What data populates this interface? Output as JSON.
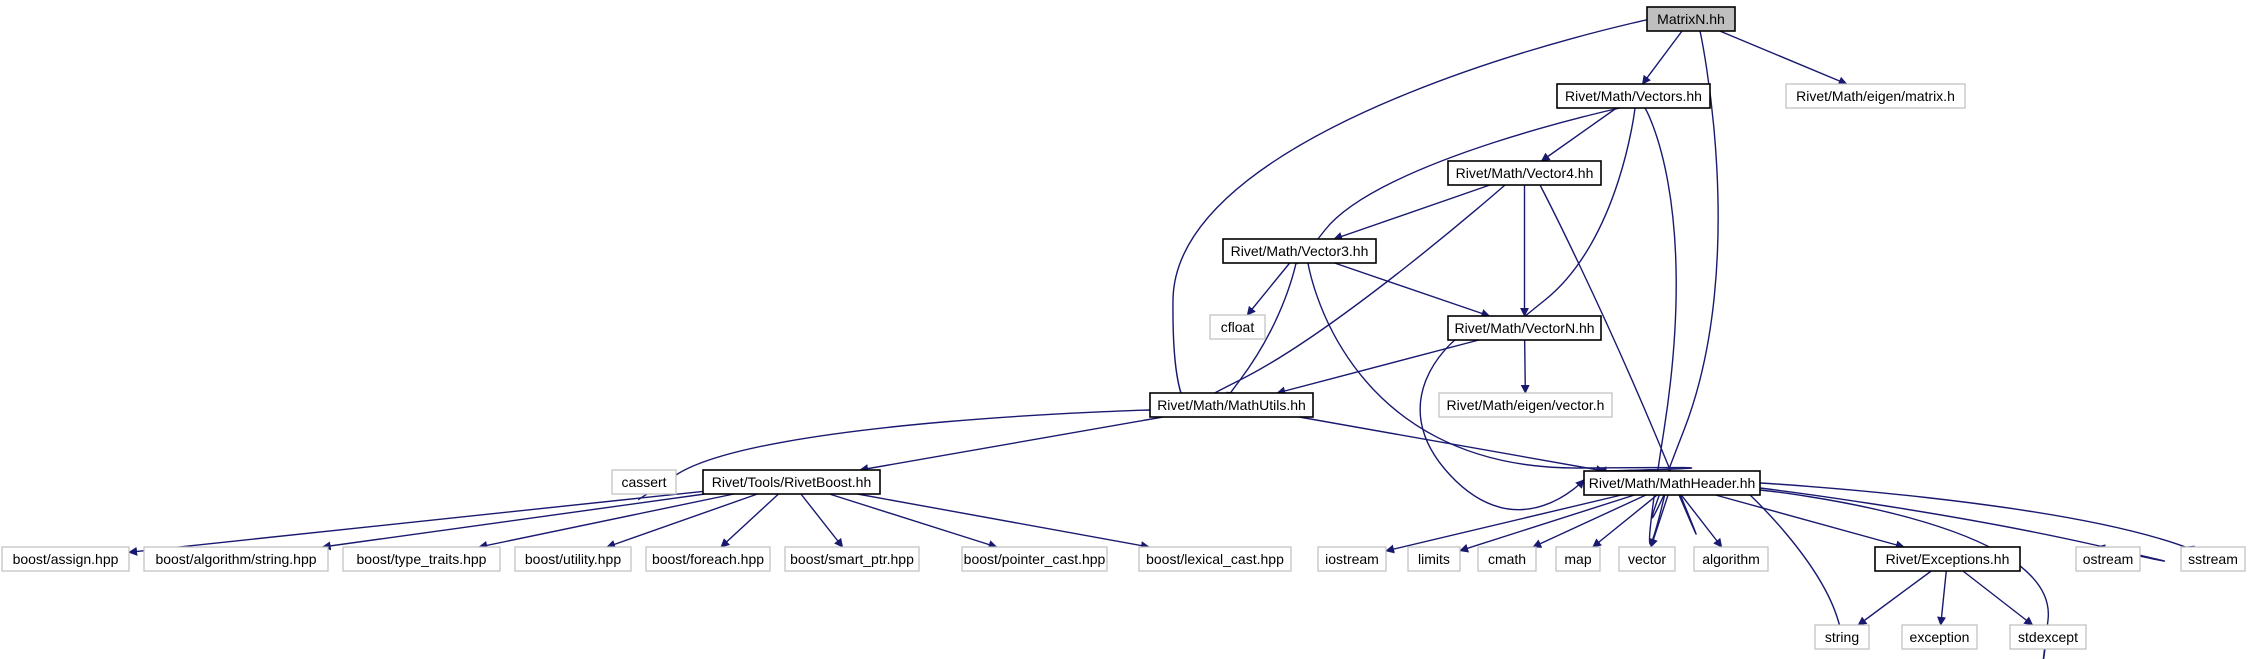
{
  "graph": {
    "colors": {
      "edge": "#191970",
      "root_fill": "#bfbfbf",
      "documented_border": "#000000",
      "undocumented_border": "#bfbfbf",
      "node_fill": "#ffffff"
    },
    "nodes": [
      {
        "id": "matrixn",
        "label": "MatrixN.hh",
        "kind": "root"
      },
      {
        "id": "vectors",
        "label": "Rivet/Math/Vectors.hh",
        "kind": "documented"
      },
      {
        "id": "eigen_matrix",
        "label": "Rivet/Math/eigen/matrix.h",
        "kind": "external"
      },
      {
        "id": "vector4",
        "label": "Rivet/Math/Vector4.hh",
        "kind": "documented"
      },
      {
        "id": "vector3",
        "label": "Rivet/Math/Vector3.hh",
        "kind": "documented"
      },
      {
        "id": "cfloat",
        "label": "cfloat",
        "kind": "external"
      },
      {
        "id": "vectorn",
        "label": "Rivet/Math/VectorN.hh",
        "kind": "documented"
      },
      {
        "id": "eigen_vector",
        "label": "Rivet/Math/eigen/vector.h",
        "kind": "external"
      },
      {
        "id": "mathutils",
        "label": "Rivet/Math/MathUtils.hh",
        "kind": "documented"
      },
      {
        "id": "cassert",
        "label": "cassert",
        "kind": "external"
      },
      {
        "id": "rivetboost",
        "label": "Rivet/Tools/RivetBoost.hh",
        "kind": "documented"
      },
      {
        "id": "mathheader",
        "label": "Rivet/Math/MathHeader.hh",
        "kind": "documented"
      },
      {
        "id": "boost_assign",
        "label": "boost/assign.hpp",
        "kind": "external"
      },
      {
        "id": "boost_algo",
        "label": "boost/algorithm/string.hpp",
        "kind": "external"
      },
      {
        "id": "boost_traits",
        "label": "boost/type_traits.hpp",
        "kind": "external"
      },
      {
        "id": "boost_utility",
        "label": "boost/utility.hpp",
        "kind": "external"
      },
      {
        "id": "boost_foreach",
        "label": "boost/foreach.hpp",
        "kind": "external"
      },
      {
        "id": "boost_smart",
        "label": "boost/smart_ptr.hpp",
        "kind": "external"
      },
      {
        "id": "boost_pointer",
        "label": "boost/pointer_cast.hpp",
        "kind": "external"
      },
      {
        "id": "boost_lexical",
        "label": "boost/lexical_cast.hpp",
        "kind": "external"
      },
      {
        "id": "iostream",
        "label": "iostream",
        "kind": "external"
      },
      {
        "id": "limits",
        "label": "limits",
        "kind": "external"
      },
      {
        "id": "cmath",
        "label": "cmath",
        "kind": "external"
      },
      {
        "id": "map",
        "label": "map",
        "kind": "external"
      },
      {
        "id": "vector",
        "label": "vector",
        "kind": "external"
      },
      {
        "id": "algorithm",
        "label": "algorithm",
        "kind": "external"
      },
      {
        "id": "exceptions",
        "label": "Rivet/Exceptions.hh",
        "kind": "documented"
      },
      {
        "id": "ostream",
        "label": "ostream",
        "kind": "external"
      },
      {
        "id": "sstream",
        "label": "sstream",
        "kind": "external"
      },
      {
        "id": "string",
        "label": "string",
        "kind": "external"
      },
      {
        "id": "exception",
        "label": "exception",
        "kind": "external"
      },
      {
        "id": "stdexcept",
        "label": "stdexcept",
        "kind": "external"
      }
    ],
    "edges": [
      {
        "from": "matrixn",
        "to": "vectors"
      },
      {
        "from": "matrixn",
        "to": "eigen_matrix"
      },
      {
        "from": "matrixn",
        "to": "mathutils"
      },
      {
        "from": "matrixn",
        "to": "mathheader"
      },
      {
        "from": "vectors",
        "to": "vector4"
      },
      {
        "from": "vectors",
        "to": "vector3"
      },
      {
        "from": "vectors",
        "to": "vectorn"
      },
      {
        "from": "vectors",
        "to": "mathheader"
      },
      {
        "from": "vector4",
        "to": "vector3"
      },
      {
        "from": "vector4",
        "to": "vectorn"
      },
      {
        "from": "vector4",
        "to": "mathutils"
      },
      {
        "from": "vector4",
        "to": "mathheader"
      },
      {
        "from": "vector3",
        "to": "cfloat"
      },
      {
        "from": "vector3",
        "to": "vectorn"
      },
      {
        "from": "vector3",
        "to": "mathutils"
      },
      {
        "from": "vector3",
        "to": "mathheader"
      },
      {
        "from": "vectorn",
        "to": "eigen_vector"
      },
      {
        "from": "vectorn",
        "to": "mathutils"
      },
      {
        "from": "vectorn",
        "to": "mathheader"
      },
      {
        "from": "mathutils",
        "to": "cassert"
      },
      {
        "from": "mathutils",
        "to": "rivetboost"
      },
      {
        "from": "mathutils",
        "to": "mathheader"
      },
      {
        "from": "rivetboost",
        "to": "boost_assign"
      },
      {
        "from": "rivetboost",
        "to": "boost_algo"
      },
      {
        "from": "rivetboost",
        "to": "boost_traits"
      },
      {
        "from": "rivetboost",
        "to": "boost_utility"
      },
      {
        "from": "rivetboost",
        "to": "boost_foreach"
      },
      {
        "from": "rivetboost",
        "to": "boost_smart"
      },
      {
        "from": "rivetboost",
        "to": "boost_pointer"
      },
      {
        "from": "rivetboost",
        "to": "boost_lexical"
      },
      {
        "from": "mathheader",
        "to": "iostream"
      },
      {
        "from": "mathheader",
        "to": "limits"
      },
      {
        "from": "mathheader",
        "to": "cmath"
      },
      {
        "from": "mathheader",
        "to": "map"
      },
      {
        "from": "mathheader",
        "to": "vector"
      },
      {
        "from": "mathheader",
        "to": "algorithm"
      },
      {
        "from": "mathheader",
        "to": "exceptions"
      },
      {
        "from": "mathheader",
        "to": "ostream"
      },
      {
        "from": "mathheader",
        "to": "sstream"
      },
      {
        "from": "mathheader",
        "to": "string"
      },
      {
        "from": "mathheader",
        "to": "stdexcept"
      },
      {
        "from": "exceptions",
        "to": "string"
      },
      {
        "from": "exceptions",
        "to": "exception"
      },
      {
        "from": "exceptions",
        "to": "stdexcept"
      }
    ]
  }
}
